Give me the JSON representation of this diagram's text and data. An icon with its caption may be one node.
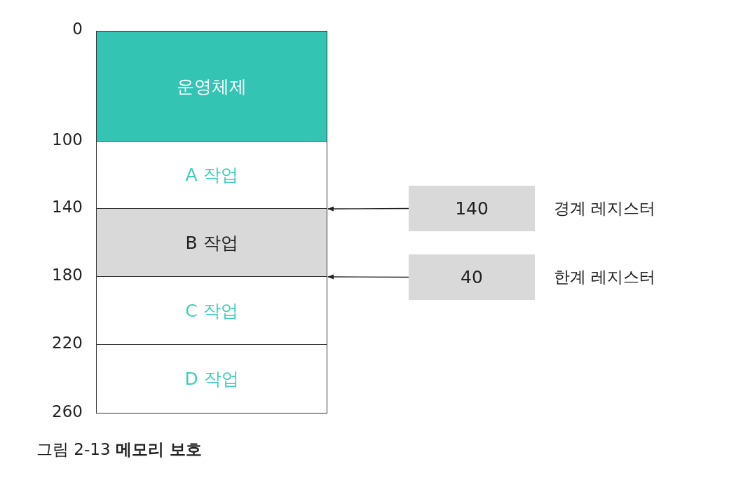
{
  "diagram": {
    "caption": "그림 2-13 **메모리 보호**",
    "nodes": [
      {
        "text": [
          "운영체제"
        ]
      },
      {
        "text": [
          "A 작업"
        ]
      },
      {
        "text": [
          "B 작업"
        ]
      },
      {
        "text": [
          "C 작업"
        ]
      },
      {
        "text": [
          "D 작업"
        ]
      },
      {
        "text": [
          "140"
        ],
        "beside": [
          "경계 레지스터"
        ]
      },
      {
        "text": [
          "40"
        ],
        "beside": [
          "한계 레지스터"
        ]
      }
    ],
    "edges": [
      {
        "from": 5,
        "to": 2,
        "arrow": "to"
      },
      {
        "from": 6,
        "to": 2,
        "arrow": "to"
      }
    ],
    "labels": [
      "0",
      "100",
      "140",
      "180",
      "220",
      "260"
    ]
  }
}
